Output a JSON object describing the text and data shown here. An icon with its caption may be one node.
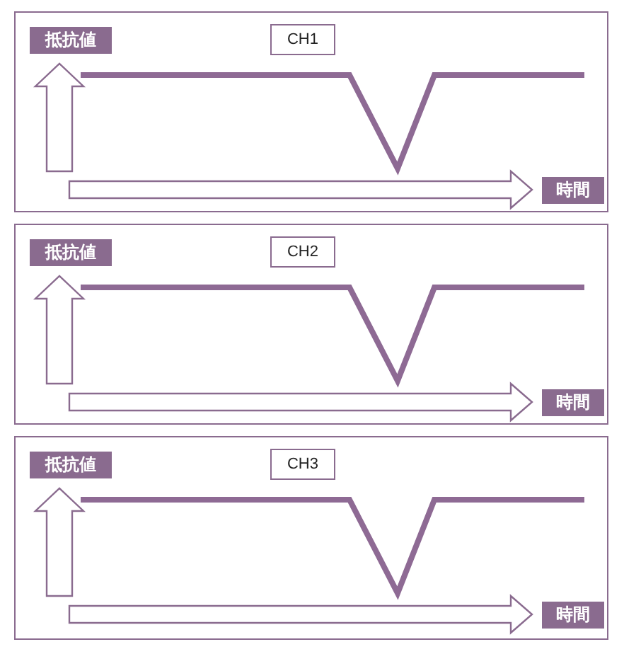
{
  "diagram": {
    "nodes": [
      {
        "text": [],
        "shape": "box"
      },
      {
        "text": [
          "抵抗値"
        ],
        "in": 0
      },
      {
        "text": [
          "CH1"
        ],
        "in": 0
      },
      {
        "text": [
          "時間"
        ],
        "in": 0
      },
      {
        "text": [],
        "shape": "box"
      },
      {
        "text": [
          "抵抗値"
        ],
        "in": 4
      },
      {
        "text": [
          "CH2"
        ],
        "in": 4
      },
      {
        "text": [
          "時間"
        ],
        "in": 4
      },
      {
        "text": [],
        "shape": "box"
      },
      {
        "text": [
          "抵抗値"
        ],
        "in": 8
      },
      {
        "text": [
          "CH3"
        ],
        "in": 8
      },
      {
        "text": [
          "時間"
        ],
        "in": 8
      }
    ]
  }
}
